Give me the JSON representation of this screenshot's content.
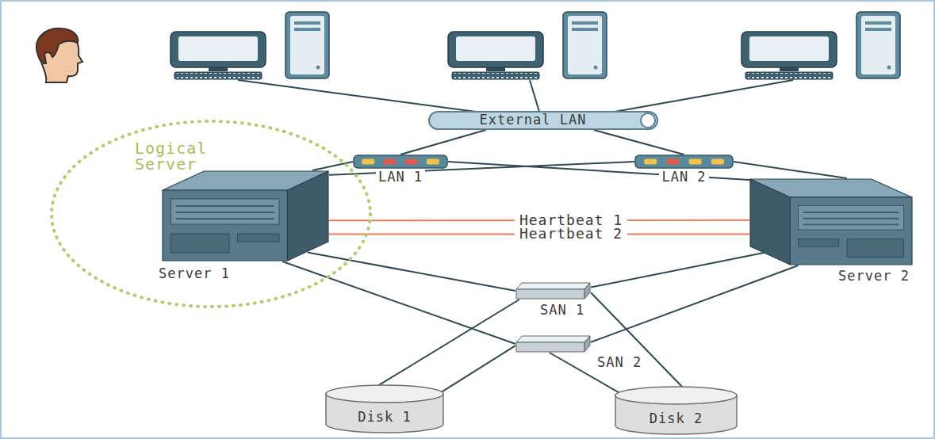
{
  "diagram": {
    "nodes": [
      {
        "text": [
          "External LAN"
        ]
      },
      {
        "text": [
          "LAN 1"
        ]
      },
      {
        "text": [
          "LAN 2"
        ]
      },
      {
        "text": [
          "Logical Server"
        ]
      },
      {
        "text": [
          "Server 1"
        ],
        "in": 3
      },
      {
        "text": [
          "Server 2"
        ]
      },
      {
        "text": [
          "SAN 1"
        ]
      },
      {
        "text": [
          "SAN 2"
        ]
      },
      {
        "text": [
          "Disk 1"
        ]
      },
      {
        "text": [
          "Disk 2"
        ]
      }
    ],
    "edges": [
      {
        "from": 0,
        "to": 1,
        "arrow": "none"
      },
      {
        "from": 0,
        "to": 2,
        "arrow": "none"
      },
      {
        "from": 1,
        "to": 4,
        "arrow": "none"
      },
      {
        "from": 1,
        "to": 5,
        "arrow": "none"
      },
      {
        "from": 2,
        "to": 4,
        "arrow": "none"
      },
      {
        "from": 2,
        "to": 5,
        "arrow": "none"
      },
      {
        "from": 4,
        "to": 5,
        "label": "Heartbeat 1",
        "arrow": "none"
      },
      {
        "from": 4,
        "to": 5,
        "label": "Heartbeat 2",
        "arrow": "none"
      },
      {
        "from": 4,
        "to": 6,
        "arrow": "none"
      },
      {
        "from": 4,
        "to": 7,
        "arrow": "none"
      },
      {
        "from": 5,
        "to": 6,
        "arrow": "none"
      },
      {
        "from": 5,
        "to": 7,
        "arrow": "none"
      },
      {
        "from": 6,
        "to": 8,
        "arrow": "none"
      },
      {
        "from": 6,
        "to": 9,
        "arrow": "none"
      },
      {
        "from": 7,
        "to": 8,
        "arrow": "none"
      },
      {
        "from": 7,
        "to": 9,
        "arrow": "none"
      }
    ]
  }
}
